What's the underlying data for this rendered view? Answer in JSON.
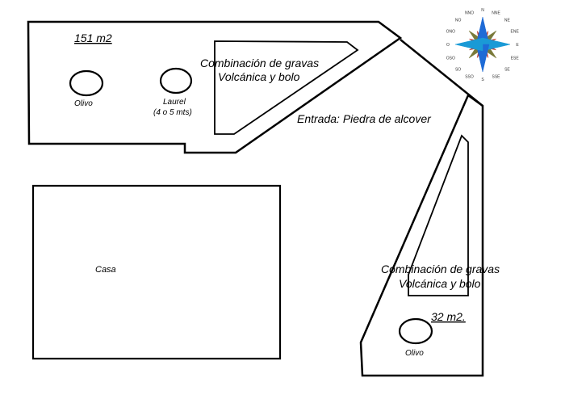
{
  "plan": {
    "front_garden": {
      "area_label": "151 m2"
    },
    "side_garden": {
      "area_label": "32 m2."
    },
    "gravel_front": {
      "line1": "Combinación de gravas",
      "line2": "Volcánica y  bolo"
    },
    "gravel_side": {
      "line1": "Combinación de gravas",
      "line2": "Volcánica y  bolo"
    },
    "entrance": {
      "label": "Entrada: Piedra de alcover"
    },
    "house": {
      "label": "Casa"
    },
    "trees": {
      "olive_front": {
        "label": "Olivo"
      },
      "laurel": {
        "label": "Laurel",
        "note": "(4 o 5 mts)"
      },
      "olive_side": {
        "label": "Olivo"
      }
    },
    "compass": {
      "points": [
        "N",
        "NNE",
        "NE",
        "ENE",
        "E",
        "ESE",
        "SE",
        "SSE",
        "S",
        "SSO",
        "SO",
        "OSO",
        "O",
        "ONO",
        "NO",
        "NNO"
      ],
      "colors": {
        "north_south": "#1e6bd6",
        "east_west": "#1a9ad6",
        "intercardinal": "#7a7a3a",
        "minor": "#c0392b"
      }
    }
  }
}
